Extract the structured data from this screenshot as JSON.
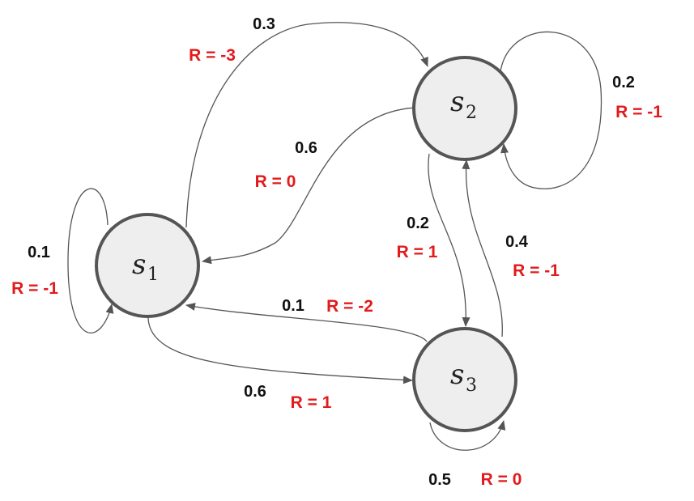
{
  "states": [
    {
      "id": "s1",
      "symbol": "s",
      "index": "1"
    },
    {
      "id": "s2",
      "symbol": "s",
      "index": "2"
    },
    {
      "id": "s3",
      "symbol": "s",
      "index": "3"
    }
  ],
  "transitions": [
    {
      "from": "s1",
      "to": "s1",
      "probability": "0.1",
      "reward": "R = -1"
    },
    {
      "from": "s1",
      "to": "s2",
      "probability": "0.3",
      "reward": "R = -3"
    },
    {
      "from": "s1",
      "to": "s3",
      "probability": "0.6",
      "reward": "R = 1"
    },
    {
      "from": "s2",
      "to": "s2",
      "probability": "0.2",
      "reward": "R = -1"
    },
    {
      "from": "s2",
      "to": "s1",
      "probability": "0.6",
      "reward": "R = 0"
    },
    {
      "from": "s2",
      "to": "s3",
      "probability": "0.2",
      "reward": "R = 1"
    },
    {
      "from": "s3",
      "to": "s3",
      "probability": "0.5",
      "reward": "R = 0"
    },
    {
      "from": "s3",
      "to": "s1",
      "probability": "0.1",
      "reward": "R = -2"
    },
    {
      "from": "s3",
      "to": "s2",
      "probability": "0.4",
      "reward": "R = -1"
    }
  ],
  "colors": {
    "reward_text": "#e31a1c",
    "probability_text": "#111111",
    "node_fill": "#eeeeee",
    "node_stroke": "#555555",
    "edge": "#555555"
  }
}
